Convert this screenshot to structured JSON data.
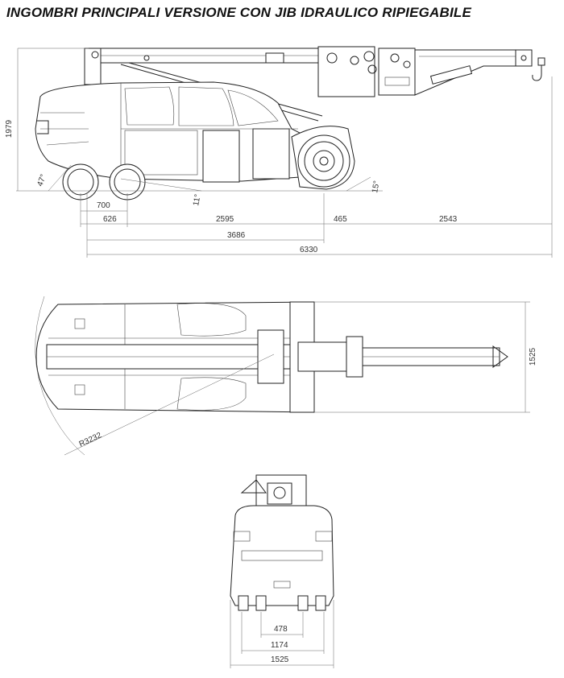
{
  "title": "INGOMBRI PRINCIPALI VERSIONE CON JIB IDRAULICO RIPIEGABILE",
  "side_view": {
    "height": "1979",
    "angle_front": "47°",
    "angle_mid": "11°",
    "angle_rear": "15°",
    "dim_700": "700",
    "dim_626": "626",
    "dim_2595": "2595",
    "dim_465": "465",
    "dim_2543": "2543",
    "dim_3686": "3686",
    "dim_6330": "6330"
  },
  "top_view": {
    "width": "1525",
    "radius": "R3232"
  },
  "rear_view": {
    "dim_478": "478",
    "dim_1174": "1174",
    "dim_1525": "1525"
  }
}
